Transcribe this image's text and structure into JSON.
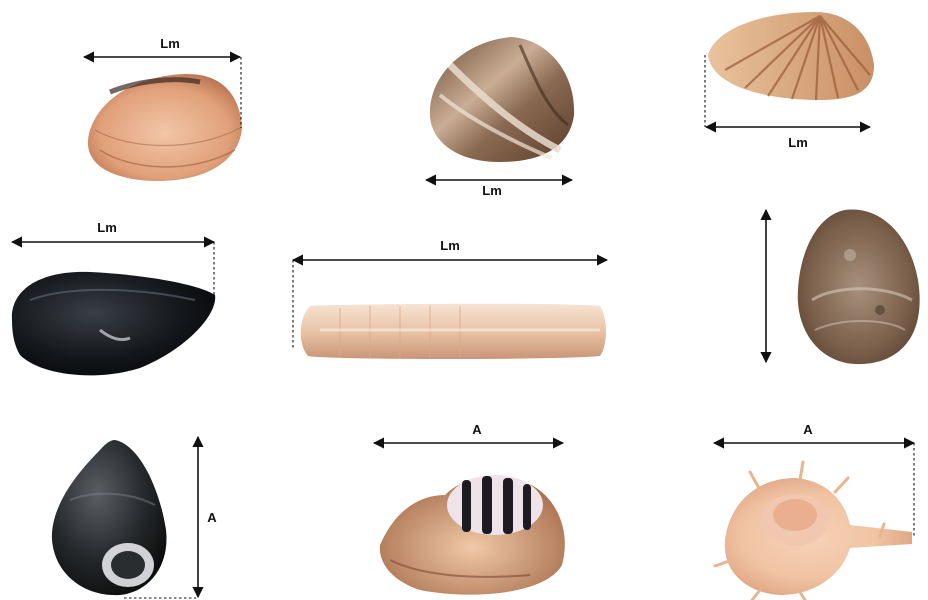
{
  "colors": {
    "background": "#ffffff",
    "line": "#111111"
  },
  "shells": [
    {
      "id": "clam-left-top",
      "label": "Lm",
      "measure": "horizontal-length"
    },
    {
      "id": "venus-clam",
      "label": "Lm",
      "measure": "horizontal-length"
    },
    {
      "id": "scallop-clam",
      "label": "Lm",
      "measure": "horizontal-length"
    },
    {
      "id": "mussel",
      "label": "Lm",
      "measure": "horizontal-length"
    },
    {
      "id": "razor-clam",
      "label": "Lm",
      "measure": "horizontal-length"
    },
    {
      "id": "oyster",
      "label": "",
      "measure": "vertical"
    },
    {
      "id": "periwinkle",
      "label": "A",
      "measure": "vertical-height"
    },
    {
      "id": "banded-whelk",
      "label": "A",
      "measure": "horizontal"
    },
    {
      "id": "murex",
      "label": "A",
      "measure": "horizontal"
    }
  ]
}
